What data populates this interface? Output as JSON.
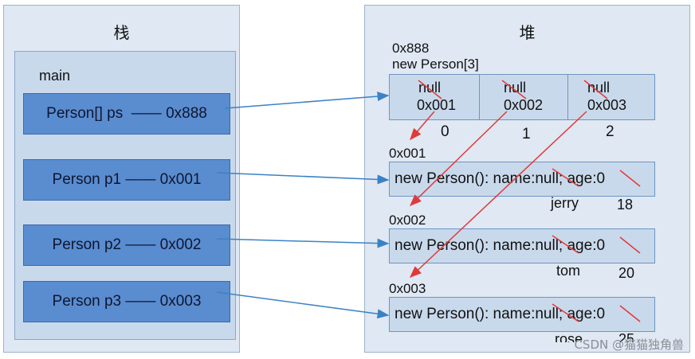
{
  "stack": {
    "title": "栈",
    "frame_label": "main",
    "vars": [
      "Person[] ps  —— 0x888",
      "Person p1 —— 0x001",
      "Person p2 —— 0x002",
      "Person p3 —— 0x003"
    ]
  },
  "heap": {
    "title": "堆",
    "array": {
      "address": "0x888",
      "label": "new Person[3]",
      "cells": [
        {
          "old": "null",
          "value": "0x001",
          "index": "0"
        },
        {
          "old": "null",
          "value": "0x002",
          "index": "1"
        },
        {
          "old": "null",
          "value": "0x003",
          "index": "2"
        }
      ]
    },
    "objects": [
      {
        "address": "0x001",
        "text": "new Person(): name:null; age:0",
        "name": "jerry",
        "age": "18"
      },
      {
        "address": "0x002",
        "text": "new Person(): name:null; age:0",
        "name": "tom",
        "age": "20"
      },
      {
        "address": "0x003",
        "text": "new Person(): name:null; age:0",
        "name": "rose",
        "age": "25"
      }
    ]
  },
  "colors": {
    "blue_arrow": "#3b82c4",
    "red_arrow": "#e03a3a"
  },
  "watermark": "CSDN @猫猫独角兽"
}
